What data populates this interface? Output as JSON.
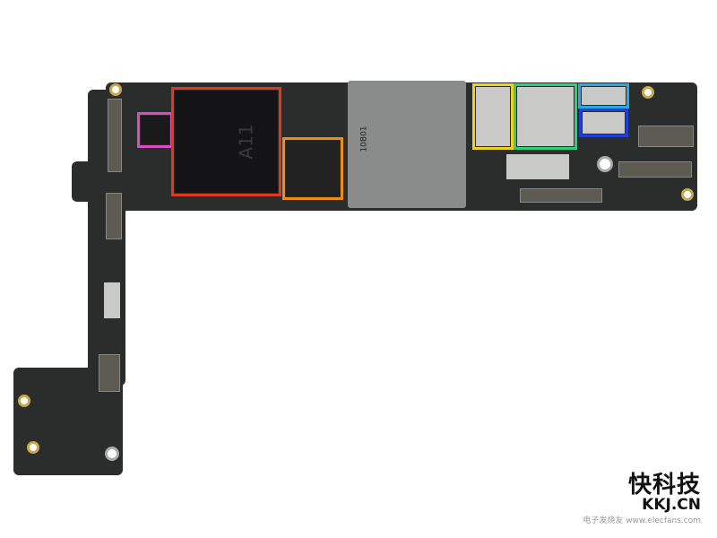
{
  "chips": {
    "soc_label": "A11",
    "sim_label": "10B01"
  },
  "highlight_colors": {
    "pink": "#d64fc0",
    "red": "#d9391e",
    "orange": "#f08a1c",
    "yellow": "#f2d21e",
    "green": "#2bd07a",
    "cyan": "#2aa8e6",
    "blue": "#1f3fd6"
  },
  "watermark": {
    "chinese": "快科技",
    "domain": "KKJ.CN",
    "overlay": "电子发烧友 www.elecfans.com"
  }
}
